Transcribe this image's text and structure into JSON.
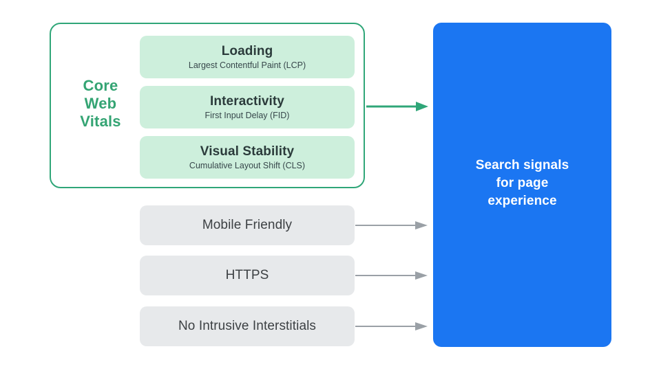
{
  "diagram": {
    "title_group": {
      "name": "Core Web Vitals",
      "label": "Core\nWeb\nVitals",
      "color": "#34A473",
      "border_color": "#2FA678"
    },
    "metrics": [
      {
        "title": "Loading",
        "subtitle": "Largest Contentful Paint (LCP)",
        "bg": "#CDEFDC"
      },
      {
        "title": "Interactivity",
        "subtitle": "First Input Delay (FID)",
        "bg": "#CDEFDC"
      },
      {
        "title": "Visual Stability",
        "subtitle": "Cumulative Layout Shift (CLS)",
        "bg": "#CDEFDC"
      }
    ],
    "signals": [
      {
        "label": "Mobile Friendly",
        "bg": "#E7E9EB"
      },
      {
        "label": "HTTPS",
        "bg": "#E7E9EB"
      },
      {
        "label": "No Intrusive Interstitials",
        "bg": "#E7E9EB"
      }
    ],
    "destination": {
      "label": "Search signals\nfor page\nexperience",
      "bg": "#1B76F2",
      "text_color": "#FFFFFF"
    },
    "arrows": [
      {
        "name": "core-web-vitals-arrow",
        "color": "#2FA678"
      },
      {
        "name": "mobile-friendly-arrow",
        "color": "#9AA0A6"
      },
      {
        "name": "https-arrow",
        "color": "#9AA0A6"
      },
      {
        "name": "no-intrusive-interstitials-arrow",
        "color": "#9AA0A6"
      }
    ]
  }
}
